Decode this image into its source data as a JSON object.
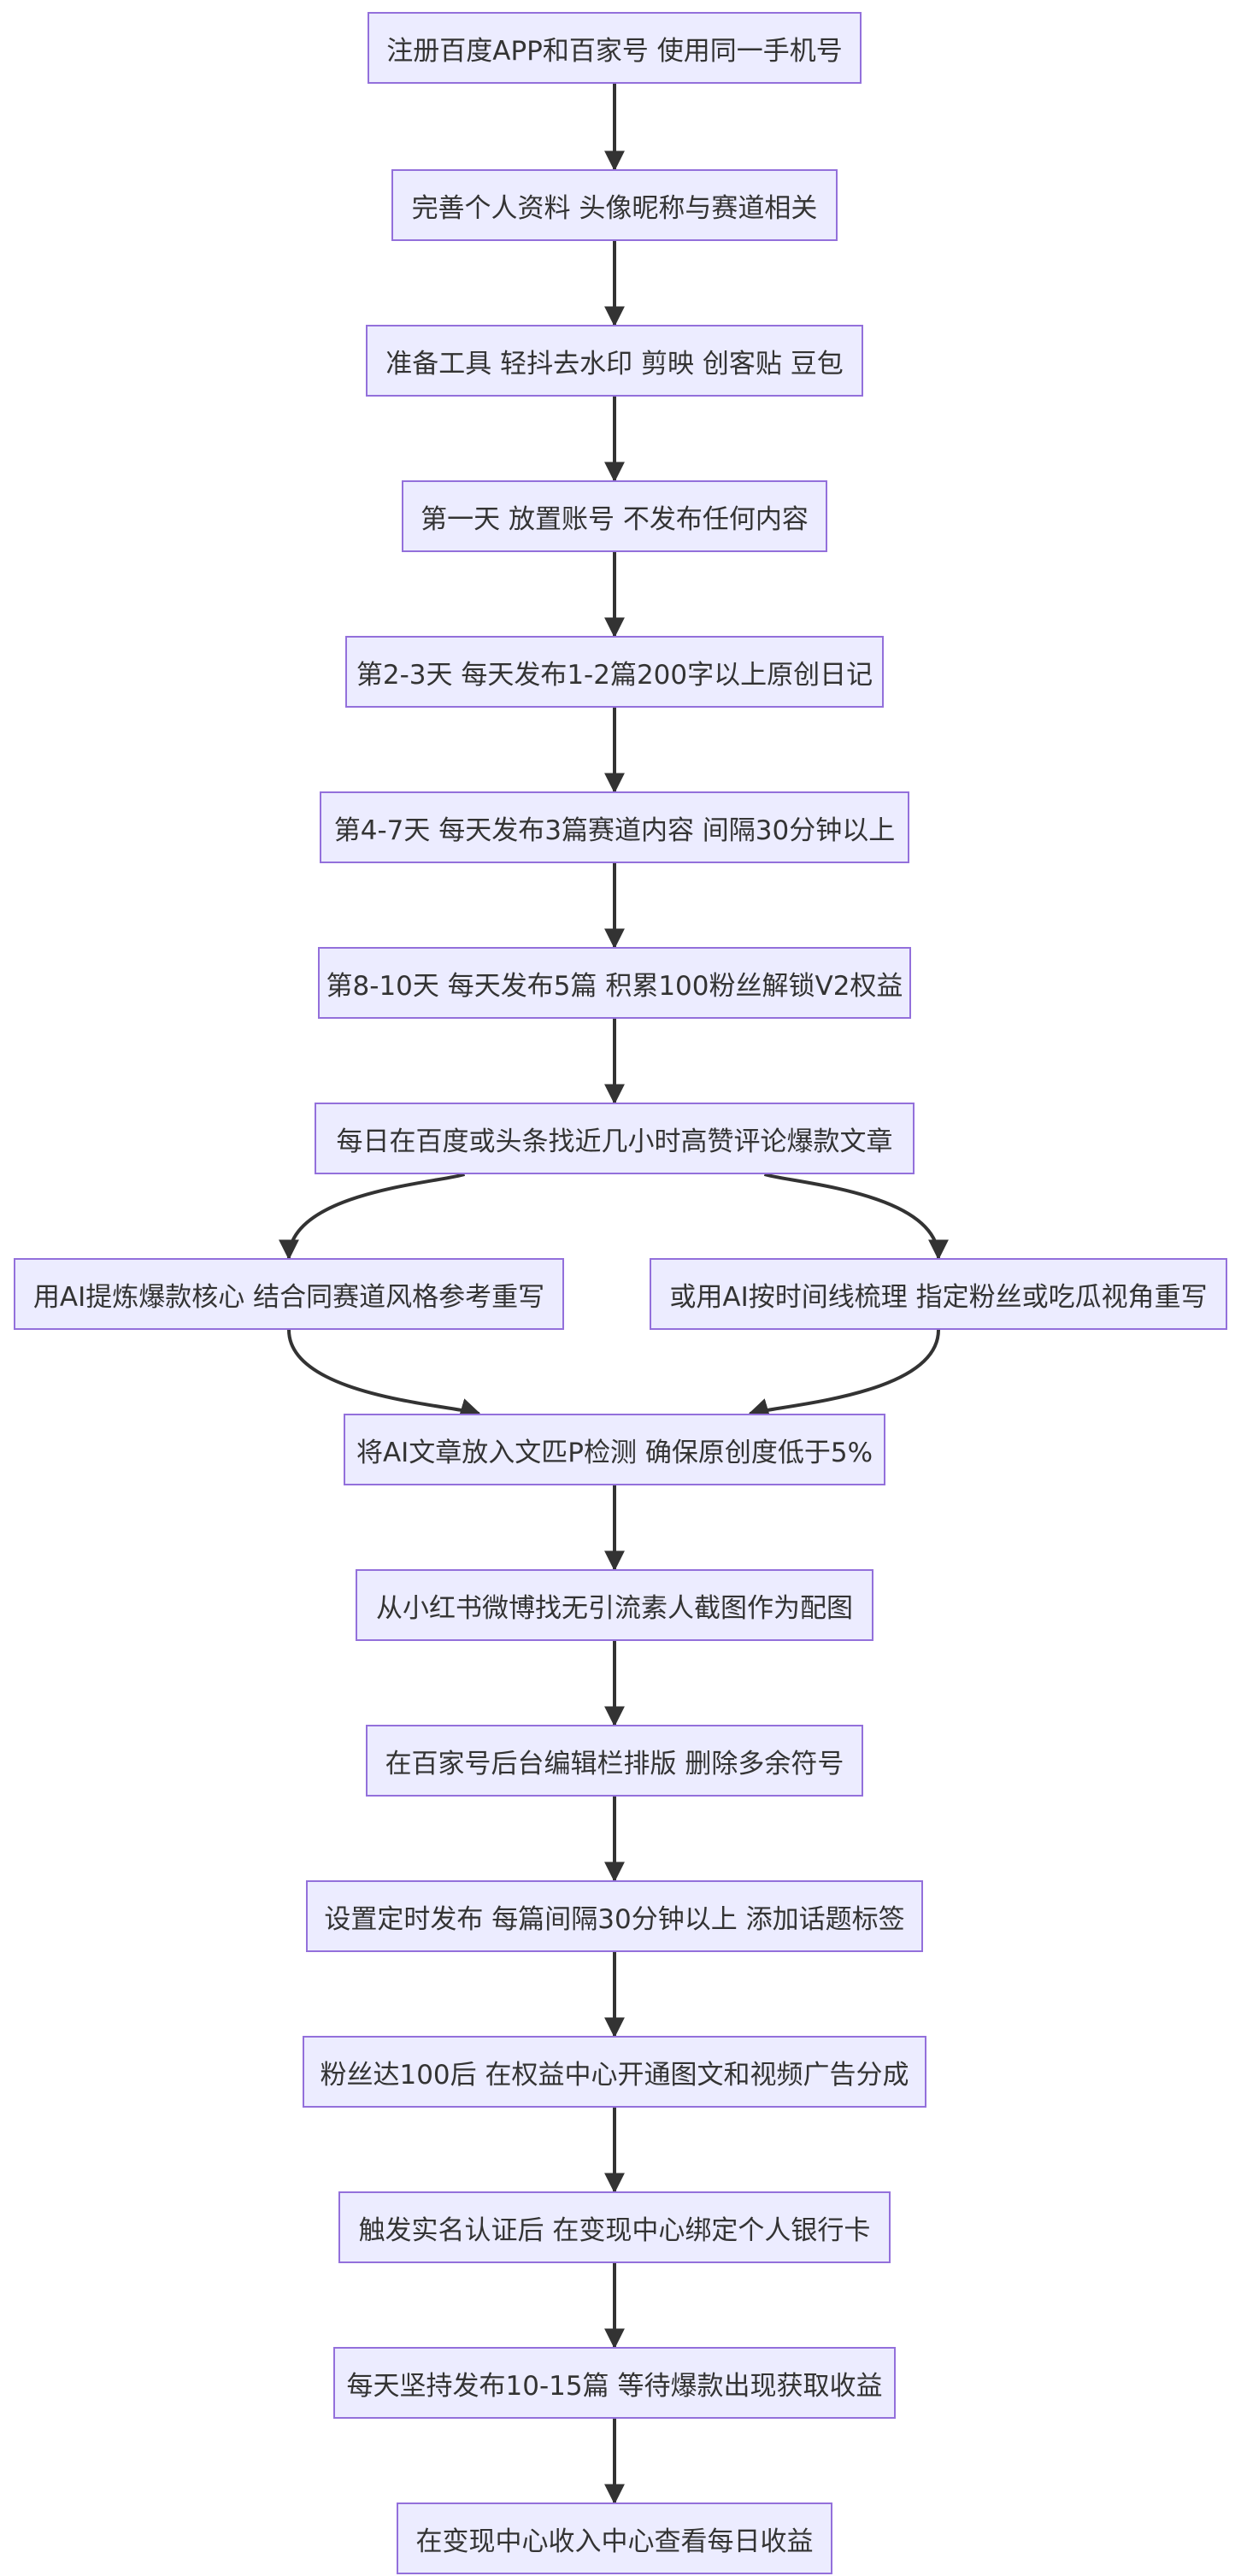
{
  "diagram": {
    "colors": {
      "node_fill": "#ECECFF",
      "node_border": "#9370DB",
      "text": "#333333",
      "edge": "#333333",
      "background": "#FFFFFF"
    },
    "nodes": [
      {
        "id": "n1",
        "label": "注册百度APP和百家号 使用同一手机号"
      },
      {
        "id": "n2",
        "label": "完善个人资料 头像昵称与赛道相关"
      },
      {
        "id": "n3",
        "label": "准备工具 轻抖去水印 剪映 创客贴 豆包"
      },
      {
        "id": "n4",
        "label": "第一天 放置账号 不发布任何内容"
      },
      {
        "id": "n5",
        "label": "第2-3天 每天发布1-2篇200字以上原创日记"
      },
      {
        "id": "n6",
        "label": "第4-7天 每天发布3篇赛道内容 间隔30分钟以上"
      },
      {
        "id": "n7",
        "label": "第8-10天 每天发布5篇 积累100粉丝解锁V2权益"
      },
      {
        "id": "n8",
        "label": "每日在百度或头条找近几小时高赞评论爆款文章"
      },
      {
        "id": "n9a",
        "label": "用AI提炼爆款核心 结合同赛道风格参考重写"
      },
      {
        "id": "n9b",
        "label": "或用AI按时间线梳理 指定粉丝或吃瓜视角重写"
      },
      {
        "id": "n10",
        "label": "将AI文章放入文匹P检测 确保原创度低于5%"
      },
      {
        "id": "n11",
        "label": "从小红书微博找无引流素人截图作为配图"
      },
      {
        "id": "n12",
        "label": "在百家号后台编辑栏排版 删除多余符号"
      },
      {
        "id": "n13",
        "label": "设置定时发布 每篇间隔30分钟以上 添加话题标签"
      },
      {
        "id": "n14",
        "label": "粉丝达100后 在权益中心开通图文和视频广告分成"
      },
      {
        "id": "n15",
        "label": "触发实名认证后 在变现中心绑定个人银行卡"
      },
      {
        "id": "n16",
        "label": "每天坚持发布10-15篇 等待爆款出现获取收益"
      },
      {
        "id": "n17",
        "label": "在变现中心收入中心查看每日收益"
      }
    ],
    "edges": [
      {
        "from": "n1",
        "to": "n2"
      },
      {
        "from": "n2",
        "to": "n3"
      },
      {
        "from": "n3",
        "to": "n4"
      },
      {
        "from": "n4",
        "to": "n5"
      },
      {
        "from": "n5",
        "to": "n6"
      },
      {
        "from": "n6",
        "to": "n7"
      },
      {
        "from": "n7",
        "to": "n8"
      },
      {
        "from": "n8",
        "to": "n9a"
      },
      {
        "from": "n8",
        "to": "n9b"
      },
      {
        "from": "n9a",
        "to": "n10"
      },
      {
        "from": "n9b",
        "to": "n10"
      },
      {
        "from": "n10",
        "to": "n11"
      },
      {
        "from": "n11",
        "to": "n12"
      },
      {
        "from": "n12",
        "to": "n13"
      },
      {
        "from": "n13",
        "to": "n14"
      },
      {
        "from": "n14",
        "to": "n15"
      },
      {
        "from": "n15",
        "to": "n16"
      },
      {
        "from": "n16",
        "to": "n17"
      }
    ]
  }
}
